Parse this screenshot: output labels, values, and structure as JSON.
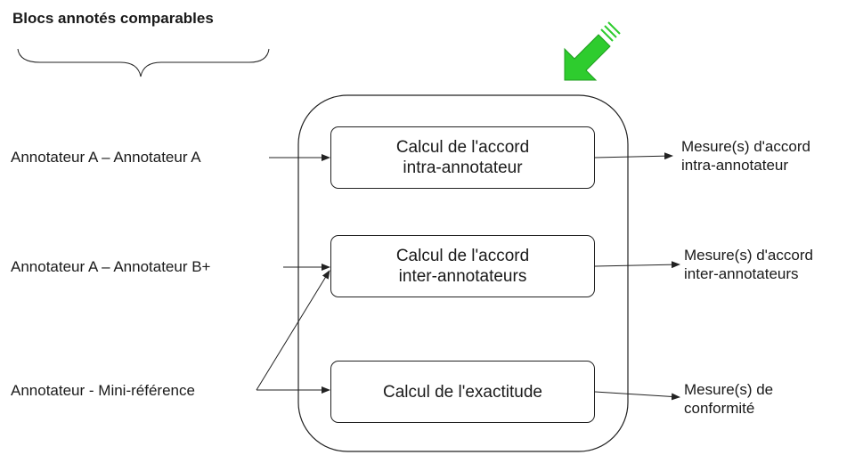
{
  "title": "Blocs annotés comparables",
  "inputs": {
    "intra": "Annotateur A – Annotateur A",
    "inter": "Annotateur A – Annotateur B+",
    "mini": "Annotateur - Mini-référence"
  },
  "process_boxes": {
    "intra": [
      "Calcul de l'accord",
      "intra-annotateur"
    ],
    "inter": [
      "Calcul de l'accord",
      "inter-annotateurs"
    ],
    "exact": [
      "Calcul de l'exactitude"
    ]
  },
  "outputs": {
    "intra": [
      "Mesure(s) d'accord",
      "intra-annotateur"
    ],
    "inter": [
      "Mesure(s) d'accord",
      "inter-annotateurs"
    ],
    "exact": [
      "Mesure(s) de",
      "conformité"
    ]
  },
  "colors": {
    "arrow_green": "#2ecc2e",
    "stroke": "#222222"
  },
  "icons": {
    "pointer": "green-arrow-icon",
    "brace": "curly-brace-icon"
  }
}
